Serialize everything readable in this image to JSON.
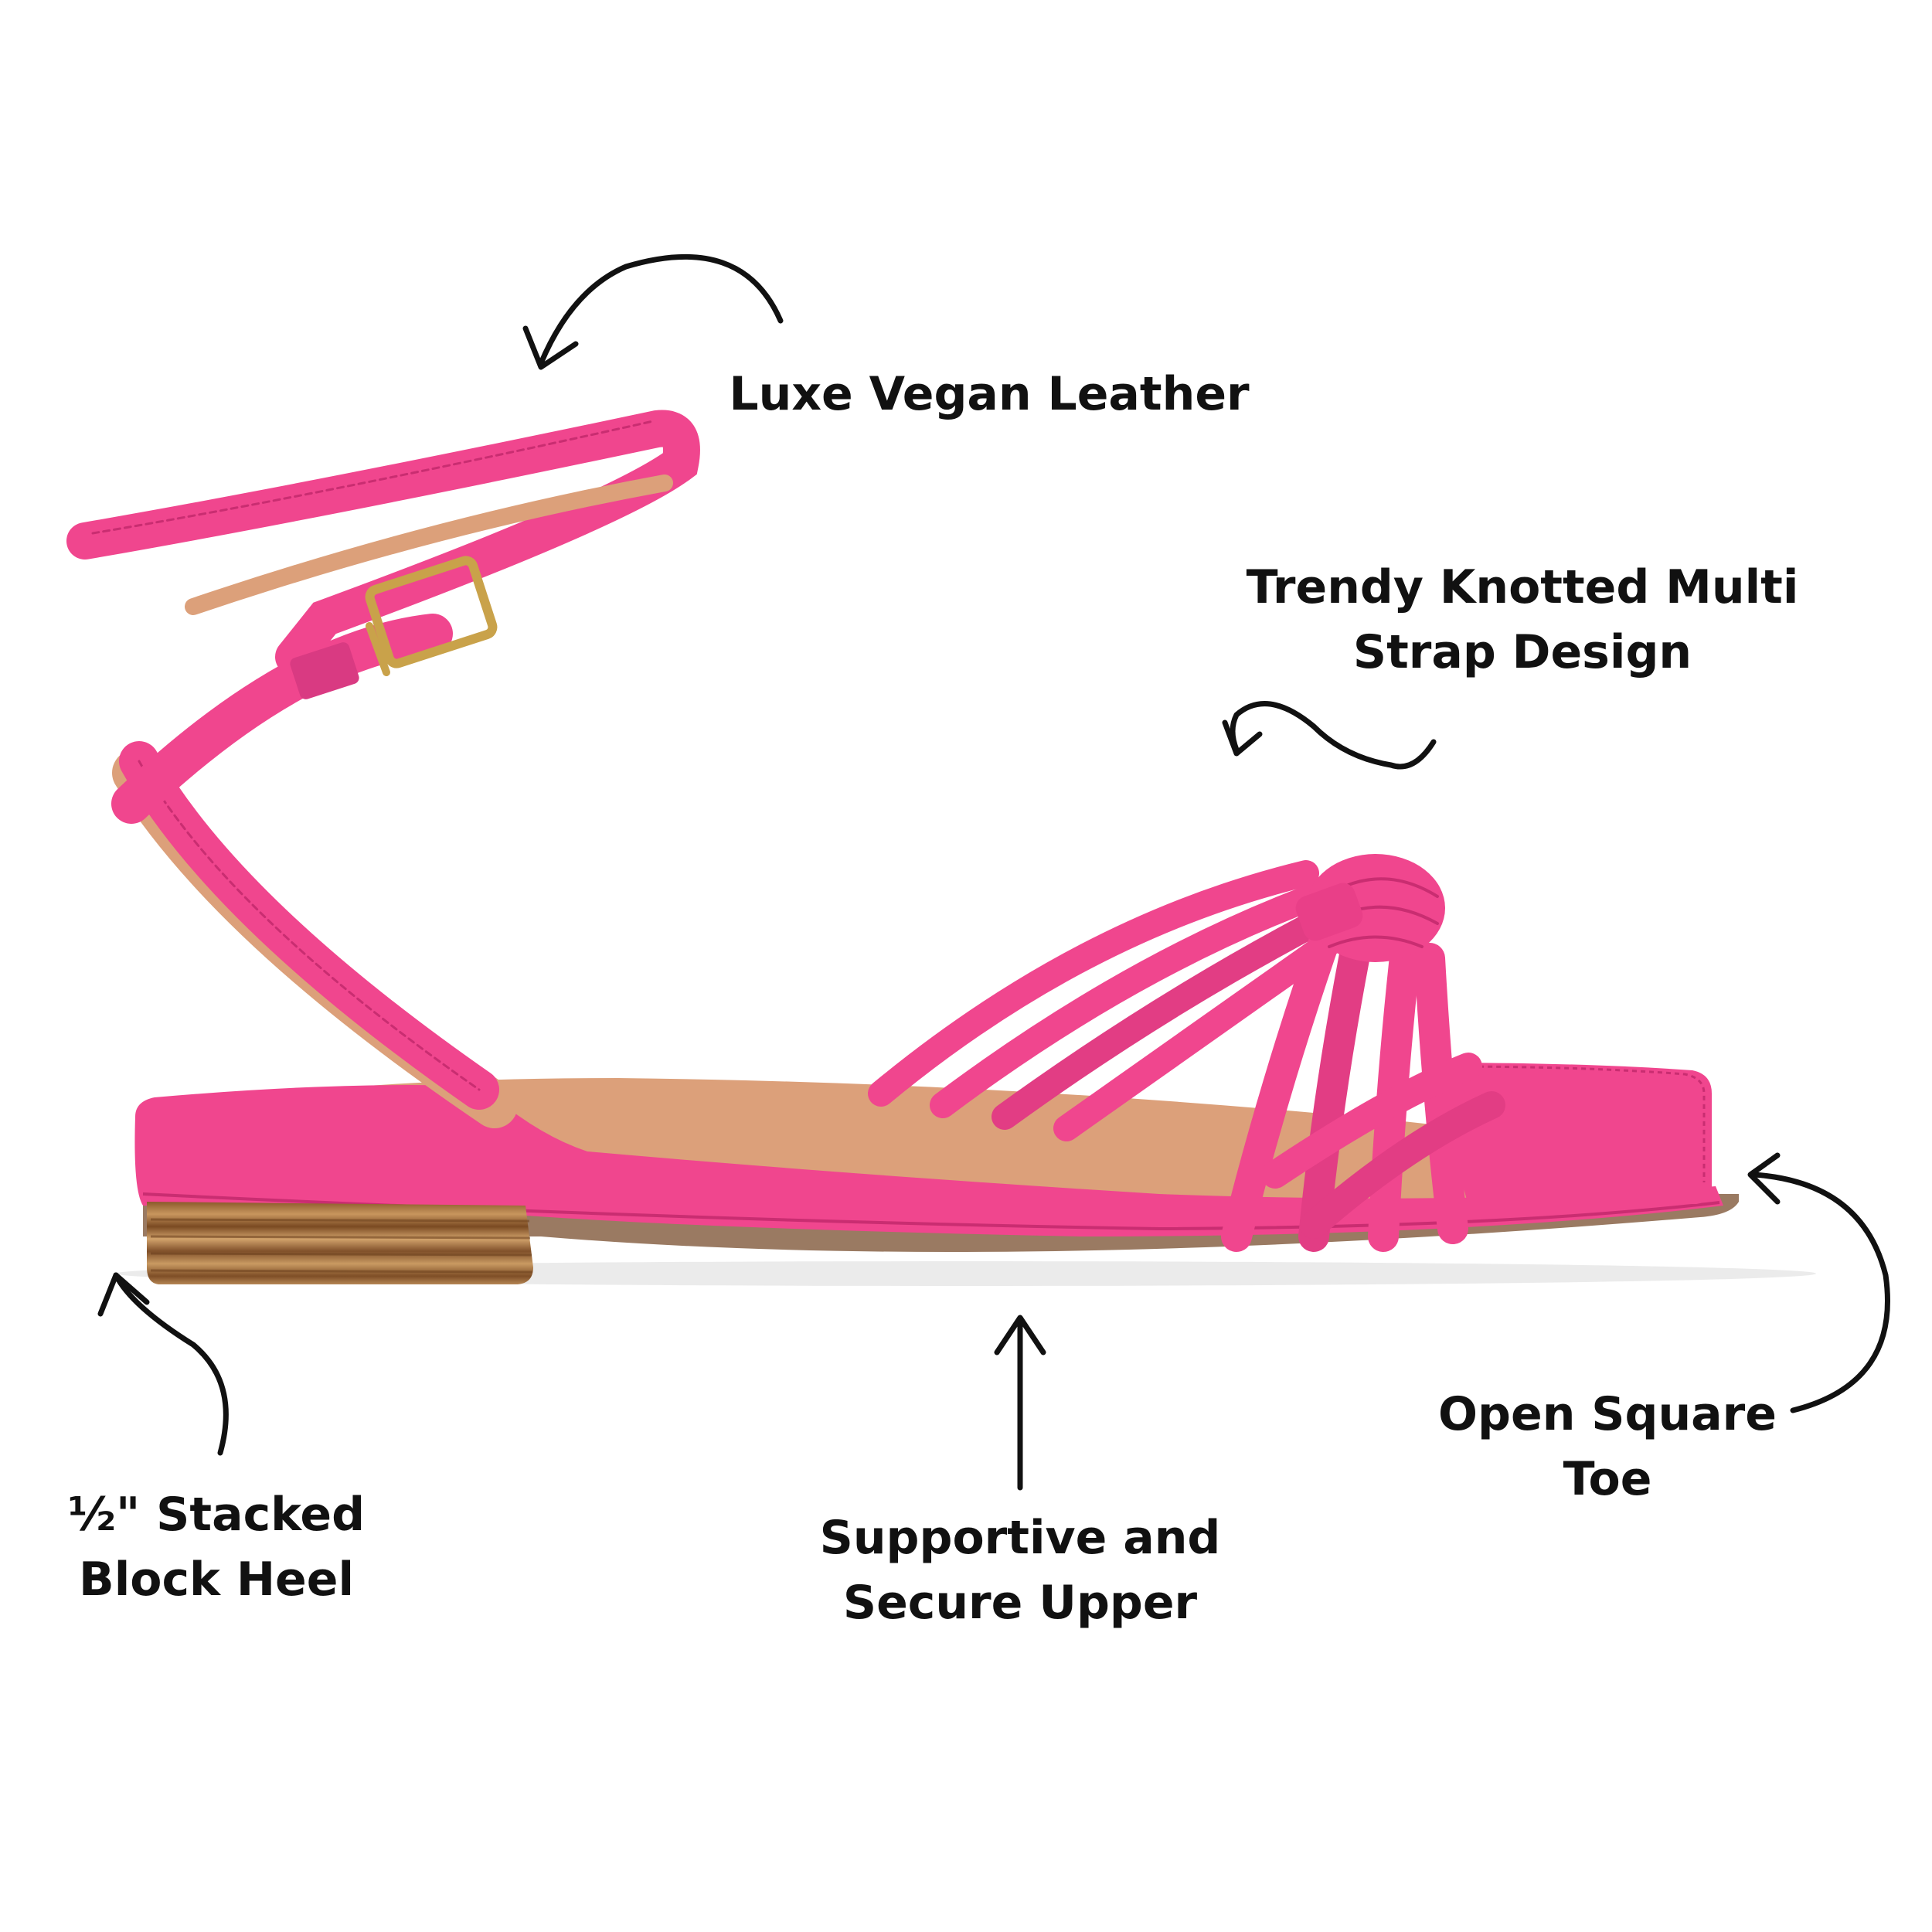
{
  "colors": {
    "background": "#ffffff",
    "strap_pink": "#f0468e",
    "strap_shadow": "#d22f77",
    "insole_tan": "#dca07a",
    "heel_wood": "#a8713f",
    "buckle_gold": "#c9a24a",
    "annotation_ink": "#111111"
  },
  "product": {
    "icon": "pink-knotted-ankle-strap-sandal"
  },
  "callouts": {
    "leather": {
      "line1": "Luxe Vegan Leather"
    },
    "knot": {
      "line1": "Trendy Knotted Multi",
      "line2": "Strap Design"
    },
    "heel": {
      "line1": "½\" Stacked",
      "line2": "Block Heel"
    },
    "upper": {
      "line1": "Supportive and",
      "line2": "Secure Upper"
    },
    "toe": {
      "line1": "Open Square",
      "line2": "Toe"
    }
  }
}
